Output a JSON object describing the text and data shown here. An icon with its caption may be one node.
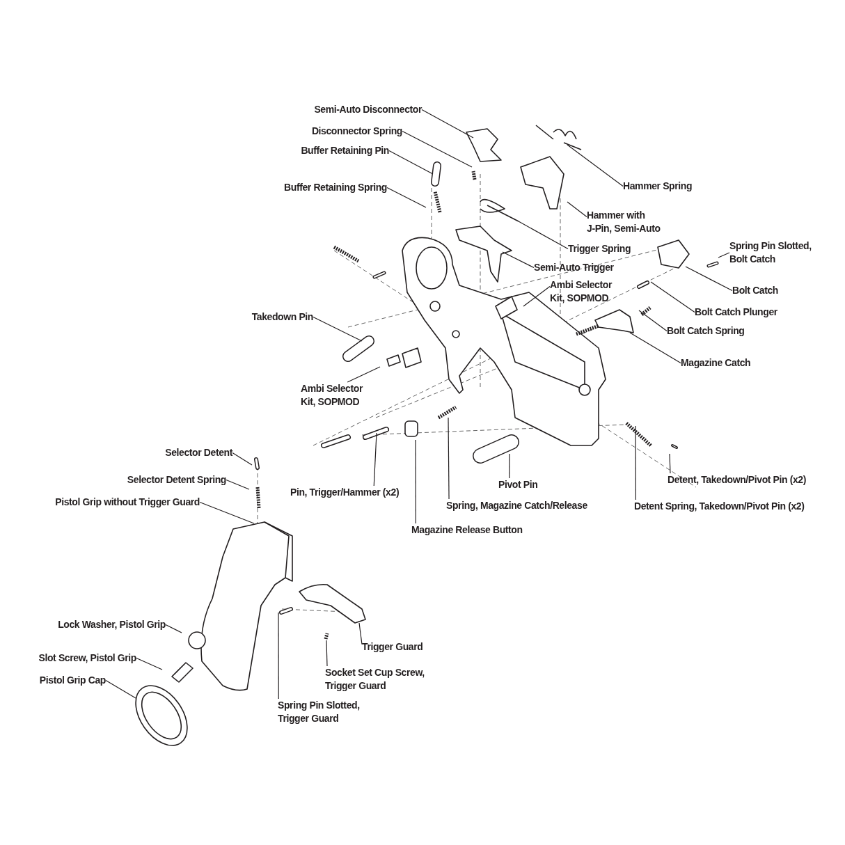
{
  "diagram": {
    "nodes": [
      {
        "text": [
          "Semi-Auto Disconnector"
        ]
      },
      {
        "text": [
          "Disconnector Spring"
        ]
      },
      {
        "text": [
          "Buffer Retaining Pin"
        ]
      },
      {
        "text": [
          "Buffer Retaining Spring"
        ]
      },
      {
        "text": [
          "Hammer Spring"
        ]
      },
      {
        "text": [
          "Hammer with J-Pin, Semi-Auto"
        ]
      },
      {
        "text": [
          "Trigger Spring"
        ]
      },
      {
        "text": [
          "Semi-Auto Trigger"
        ]
      },
      {
        "text": [
          "Ambi Selector Kit, SOPMOD"
        ]
      },
      {
        "text": [
          "Spring Pin Slotted, Bolt Catch"
        ]
      },
      {
        "text": [
          "Bolt Catch"
        ]
      },
      {
        "text": [
          "Bolt Catch Plunger"
        ]
      },
      {
        "text": [
          "Bolt Catch Spring"
        ]
      },
      {
        "text": [
          "Takedown Pin"
        ]
      },
      {
        "text": [
          "Magazine Catch"
        ]
      },
      {
        "text": [
          "Ambi Selector Kit, SOPMOD"
        ]
      },
      {
        "text": [
          "Selector Detent"
        ]
      },
      {
        "text": [
          "Selector Detent Spring"
        ]
      },
      {
        "text": [
          "Pistol Grip without Trigger Guard"
        ]
      },
      {
        "text": [
          "Pin, Trigger/Hammer (x2)"
        ]
      },
      {
        "text": [
          "Magazine Release Button"
        ]
      },
      {
        "text": [
          "Pivot Pin"
        ]
      },
      {
        "text": [
          "Spring, Magazine Catch/Release"
        ]
      },
      {
        "text": [
          "Detent, Takedown/Pivot Pin (x2)"
        ]
      },
      {
        "text": [
          "Detent Spring, Takedown/Pivot Pin (x2)"
        ]
      },
      {
        "text": [
          "Lock Washer, Pistol Grip"
        ]
      },
      {
        "text": [
          "Slot Screw, Pistol Grip"
        ]
      },
      {
        "text": [
          "Pistol Grip Cap"
        ]
      },
      {
        "text": [
          "Trigger Guard"
        ]
      },
      {
        "text": [
          "Socket Set Cup Screw, Trigger Guard"
        ]
      },
      {
        "text": [
          "Spring Pin Slotted, Trigger Guard"
        ]
      }
    ],
    "edges": [
      {
        "from": 0,
        "to": null,
        "arrow": "none"
      },
      {
        "from": 1,
        "to": null,
        "arrow": "none"
      },
      {
        "from": 2,
        "to": null,
        "arrow": "none"
      },
      {
        "from": 3,
        "to": null,
        "arrow": "none"
      },
      {
        "from": 4,
        "to": null,
        "arrow": "none"
      },
      {
        "from": 5,
        "to": null,
        "arrow": "none"
      },
      {
        "from": 6,
        "to": null,
        "arrow": "none"
      },
      {
        "from": 7,
        "to": null,
        "arrow": "none"
      },
      {
        "from": 8,
        "to": null,
        "arrow": "none"
      },
      {
        "from": 9,
        "to": null,
        "arrow": "none"
      },
      {
        "from": 10,
        "to": null,
        "arrow": "none"
      },
      {
        "from": 11,
        "to": null,
        "arrow": "none"
      },
      {
        "from": 12,
        "to": null,
        "arrow": "none"
      },
      {
        "from": 13,
        "to": null,
        "arrow": "none"
      },
      {
        "from": 14,
        "to": null,
        "arrow": "none"
      },
      {
        "from": 15,
        "to": null,
        "arrow": "none"
      },
      {
        "from": 16,
        "to": null,
        "arrow": "none"
      },
      {
        "from": 17,
        "to": null,
        "arrow": "none"
      },
      {
        "from": 18,
        "to": null,
        "arrow": "none"
      },
      {
        "from": 19,
        "to": null,
        "arrow": "none"
      },
      {
        "from": 20,
        "to": null,
        "arrow": "none"
      },
      {
        "from": 21,
        "to": null,
        "arrow": "none"
      },
      {
        "from": 22,
        "to": null,
        "arrow": "none"
      },
      {
        "from": 23,
        "to": null,
        "arrow": "none"
      },
      {
        "from": 24,
        "to": null,
        "arrow": "none"
      },
      {
        "from": 25,
        "to": null,
        "arrow": "none"
      },
      {
        "from": 26,
        "to": null,
        "arrow": "none"
      },
      {
        "from": 27,
        "to": null,
        "arrow": "none"
      },
      {
        "from": 28,
        "to": null,
        "arrow": "none"
      },
      {
        "from": 29,
        "to": null,
        "arrow": "none"
      },
      {
        "from": 30,
        "to": null,
        "arrow": "none"
      }
    ]
  }
}
